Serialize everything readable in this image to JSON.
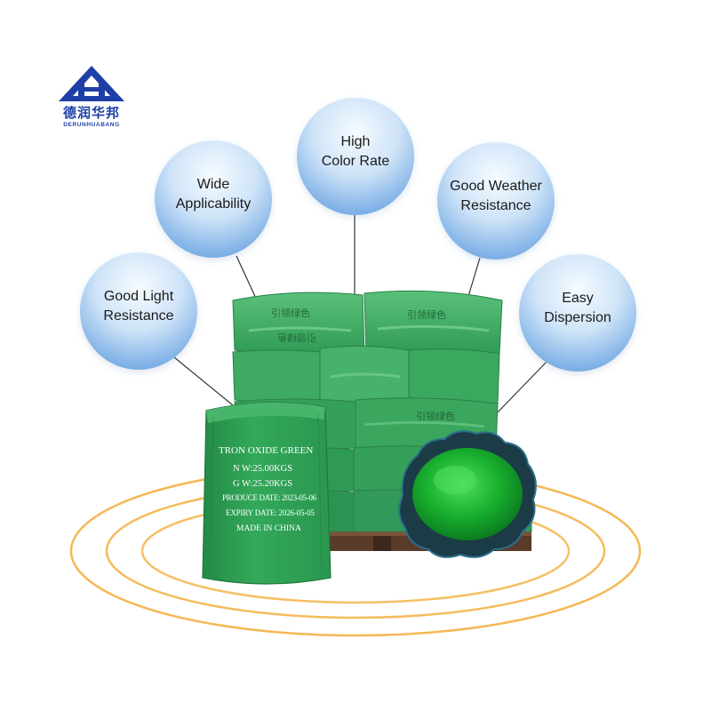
{
  "brand": {
    "name_cn": "德润华邦",
    "name_en": "DERUNHUABANG",
    "color": "#1f3fa8"
  },
  "features": [
    {
      "id": "good-light-resistance",
      "label": "Good Light\nResistance"
    },
    {
      "id": "wide-applicability",
      "label": "Wide\nApplicability"
    },
    {
      "id": "high-color-rate",
      "label": "High\nColor Rate"
    },
    {
      "id": "good-weather-resistance",
      "label": "Good Weather\nResistance"
    },
    {
      "id": "easy-dispersion",
      "label": "Easy\nDispersion"
    }
  ],
  "bag": {
    "product": "TRON OXIDE GREEN",
    "net_weight": "N W:25.00KGS",
    "gross_weight": "G W:25.20KGS",
    "produce_date": "PRODUCE DATE: 2023-05-06",
    "expiry_date": "EXPIRY DATE: 2026-05-05",
    "origin": "MADE IN CHINA"
  },
  "stack_bag_print": {
    "top_left": "引领绿色",
    "top_mid": "引领绿色",
    "top_right": "引领绿色",
    "mid_right": "引领绿色"
  },
  "colors": {
    "pigment_green": "#1fae3a",
    "bag_green": "#2e9e57",
    "ring_orange": "#f4b44a",
    "bubble_blue": "#6fa7e0"
  }
}
